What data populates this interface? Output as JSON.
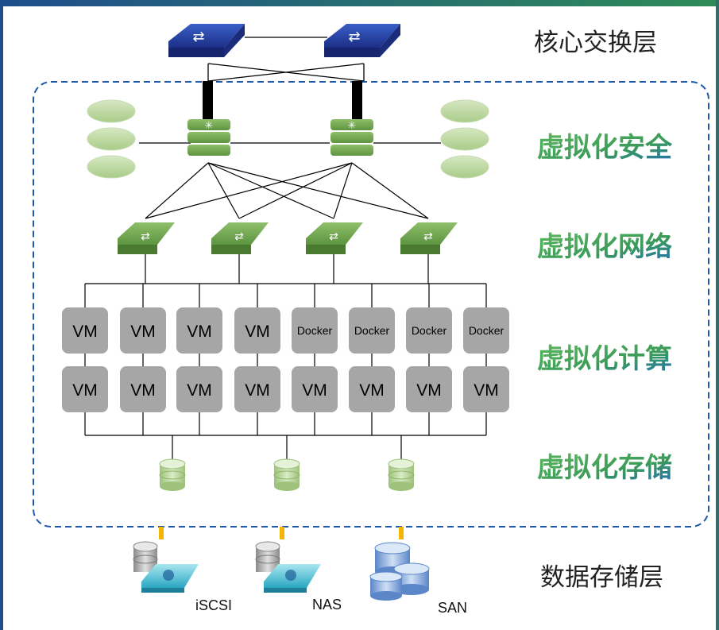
{
  "layers": {
    "core": "核心交换层",
    "security": "虚拟化安全",
    "network": "虚拟化网络",
    "compute": "虚拟化计算",
    "storage": "虚拟化存储",
    "data_storage": "数据存储层"
  },
  "compute_top_row": [
    "VM",
    "VM",
    "VM",
    "VM",
    "Docker",
    "Docker",
    "Docker",
    "Docker"
  ],
  "compute_bottom_row": [
    "VM",
    "VM",
    "VM",
    "VM",
    "VM",
    "VM",
    "VM",
    "VM"
  ],
  "storage_labels": [
    "iSCSI",
    "NAS",
    "SAN"
  ],
  "colors": {
    "header_bar_start": "#1f4e8c",
    "header_bar_end": "#2e8b57",
    "dashed_border": "#1e5aa8",
    "green_text_start": "#4caf50",
    "green_text_end": "#1e6fb8",
    "vm_box": "#a6a6a6",
    "connector_orange": "#f2b600"
  }
}
